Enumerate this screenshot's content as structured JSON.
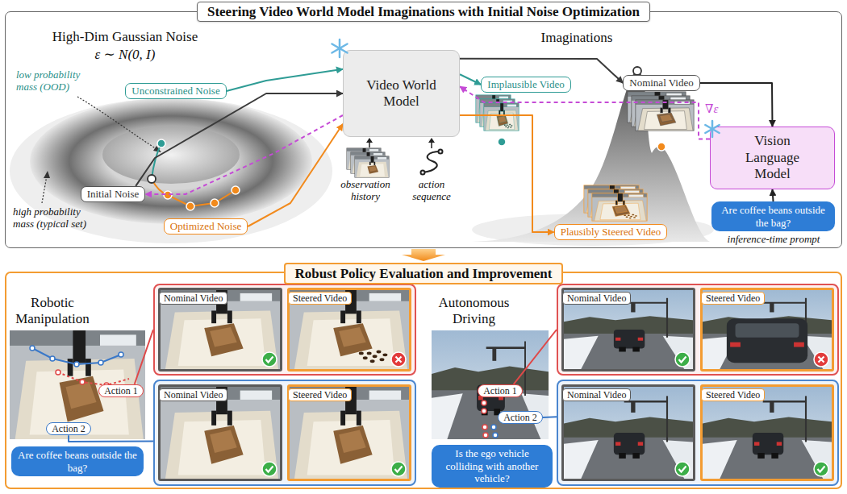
{
  "diagram": {
    "nodes": [
      {
        "text": [
          "Steering Video World Model Imaginations with Initial Noise Optimization"
        ]
      },
      {
        "text": [
          "Unconstrained Noise"
        ],
        "in": 0
      },
      {
        "text": [
          "Initial Noise"
        ],
        "in": 0
      },
      {
        "text": [
          "Optimized Noise"
        ],
        "in": 0
      },
      {
        "text": [
          "Video World Model"
        ],
        "in": 0
      },
      {
        "text": [
          "Implausible Video"
        ],
        "in": 0
      },
      {
        "text": [
          "Nominal Video"
        ],
        "in": 0
      },
      {
        "text": [
          "Plausibly Steered Video"
        ],
        "in": 0
      },
      {
        "text": [
          "Vision Language Model"
        ],
        "in": 0
      },
      {
        "text": [
          "Are coffee beans outside the bag?"
        ],
        "in": 0
      },
      {
        "text": [
          "Robust Policy Evaluation and Improvement"
        ]
      },
      {
        "text": [
          "Action 1"
        ],
        "in": 10
      },
      {
        "text": [
          "Action 2"
        ],
        "in": 10
      },
      {
        "text": [],
        "in": 10
      },
      {
        "text": [
          "Nominal Video"
        ],
        "in": 13
      },
      {
        "text": [
          "Steered Video"
        ],
        "in": 13
      },
      {
        "text": [],
        "in": 10
      },
      {
        "text": [
          "Nominal Video"
        ],
        "in": 16
      },
      {
        "text": [
          "Steered Video"
        ],
        "in": 16
      },
      {
        "text": [
          "Are coffee beans outside the bag?"
        ],
        "in": 10
      },
      {
        "text": [
          "Action 1"
        ],
        "in": 10
      },
      {
        "text": [
          "Action 2"
        ],
        "in": 10
      },
      {
        "text": [],
        "in": 10
      },
      {
        "text": [
          "Nominal Video"
        ],
        "in": 22
      },
      {
        "text": [
          "Steered Video"
        ],
        "in": 22
      },
      {
        "text": [],
        "in": 10
      },
      {
        "text": [
          "Nominal Video"
        ],
        "in": 25
      },
      {
        "text": [
          "Steered Video"
        ],
        "in": 25
      },
      {
        "text": [
          "Is the ego vehicle colliding with another vehicle?"
        ],
        "in": 10
      }
    ],
    "edges": [
      {
        "from": 1,
        "to": 4,
        "arrow": "to"
      },
      {
        "from": 2,
        "to": 4,
        "arrow": "to"
      },
      {
        "from": 3,
        "to": 4,
        "arrow": "to"
      },
      {
        "from": 4,
        "to": 5,
        "arrow": "to"
      },
      {
        "from": 4,
        "to": 6,
        "arrow": "to"
      },
      {
        "from": 4,
        "to": 7,
        "arrow": "to"
      },
      {
        "from": 6,
        "to": 8,
        "arrow": "to"
      },
      {
        "from": 9,
        "to": 8,
        "arrow": "to"
      },
      {
        "from": 8,
        "to": 4,
        "label": "∇ε",
        "arrow": "to"
      },
      {
        "from": 4,
        "to": 2,
        "arrow": "to"
      },
      {
        "from": 11,
        "to": 13,
        "arrow": "none"
      },
      {
        "from": 12,
        "to": 16,
        "arrow": "none"
      },
      {
        "from": 20,
        "to": 22,
        "arrow": "none"
      },
      {
        "from": 21,
        "to": 25,
        "arrow": "none"
      }
    ],
    "labels": [
      "High-Dim Gaussian Noise",
      "ε ∼ N(0, I)",
      "low probability mass (OOD)",
      "high probability mass (typical set)",
      "observation history",
      "action sequence",
      "Imaginations",
      "inference-time prompt",
      "Robotic Manipulation",
      "Autonomous Driving"
    ]
  }
}
